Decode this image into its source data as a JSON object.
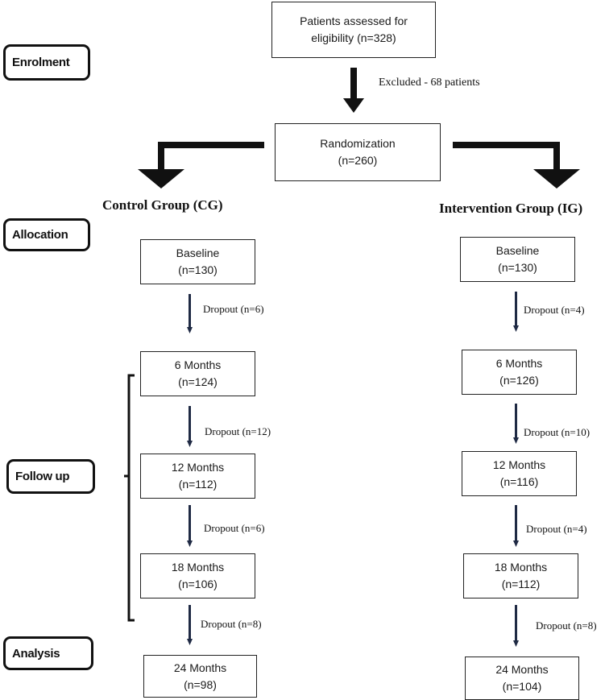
{
  "enrolment": {
    "assessed": {
      "line1": "Patients assessed for",
      "line2": "eligibility (n=328)"
    },
    "excluded_label": "Excluded - 68 patients",
    "randomization": {
      "line1": "Randomization",
      "line2": "(n=260)"
    }
  },
  "stages": {
    "enrolment": "Enrolment",
    "allocation": "Allocation",
    "follow_up": "Follow up",
    "analysis": "Analysis"
  },
  "control": {
    "title": "Control Group (CG)",
    "boxes": [
      {
        "label": "Baseline",
        "n": "(n=130)"
      },
      {
        "label": "6 Months",
        "n": "(n=124)"
      },
      {
        "label": "12 Months",
        "n": "(n=112)"
      },
      {
        "label": "18 Months",
        "n": "(n=106)"
      },
      {
        "label": "24 Months",
        "n": "(n=98)"
      }
    ],
    "dropouts": [
      "Dropout (n=6)",
      "Dropout (n=12)",
      "Dropout (n=6)",
      "Dropout (n=8)"
    ]
  },
  "intervention": {
    "title": "Intervention Group (IG)",
    "boxes": [
      {
        "label": "Baseline",
        "n": "(n=130)"
      },
      {
        "label": "6 Months",
        "n": "(n=126)"
      },
      {
        "label": "12 Months",
        "n": "(n=116)"
      },
      {
        "label": "18 Months",
        "n": "(n=112)"
      },
      {
        "label": "24 Months",
        "n": "(n=104)"
      }
    ],
    "dropouts": [
      "Dropout (n=4)",
      "Dropout (n=10)",
      "Dropout (n=4)",
      "Dropout (n=8)"
    ]
  },
  "colors": {
    "line": "#111111",
    "dropout_arrow": "#1f2a44",
    "box_border": "#222222"
  }
}
